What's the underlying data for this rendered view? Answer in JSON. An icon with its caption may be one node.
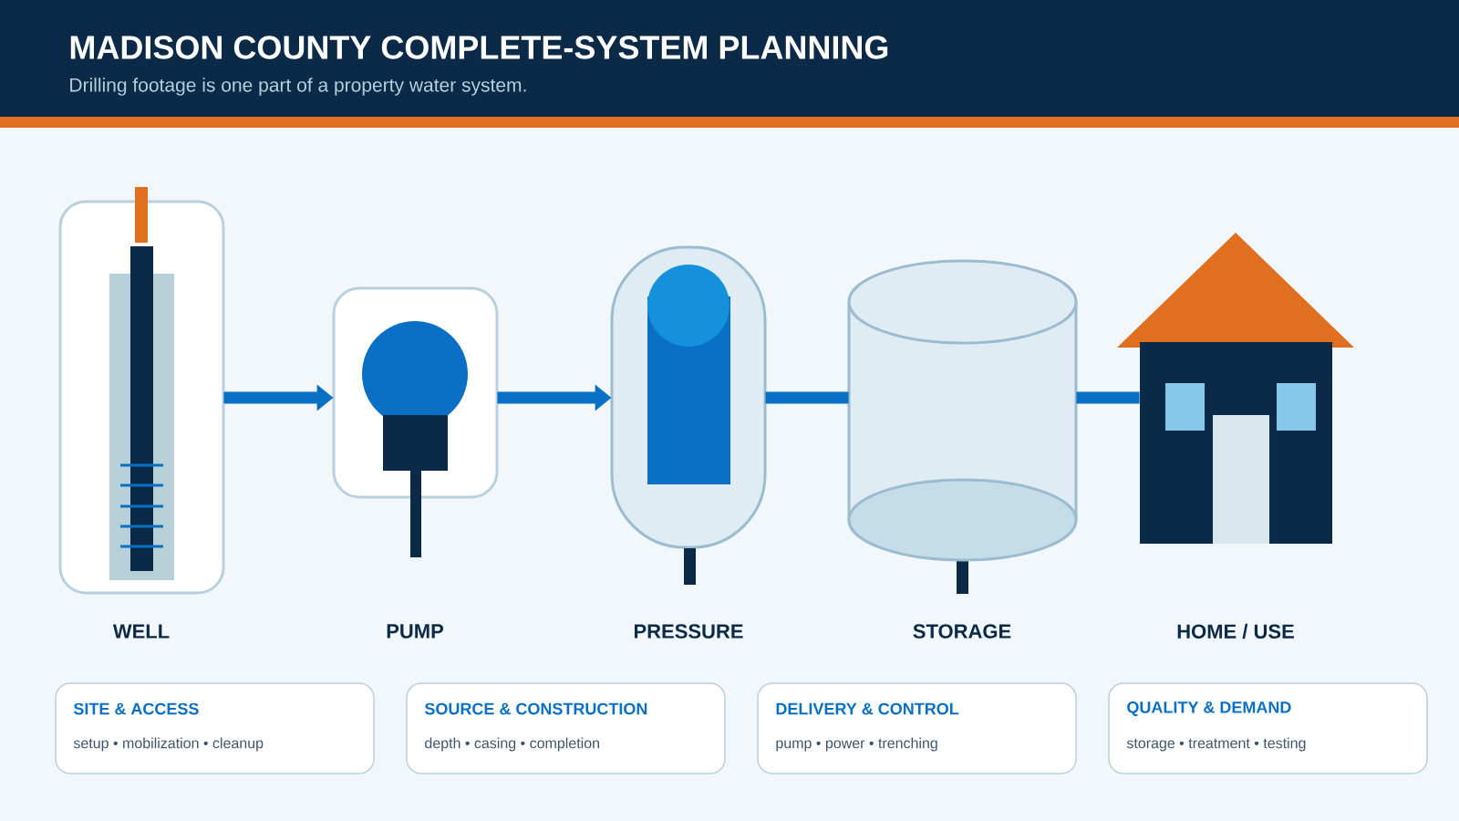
{
  "diagram": {
    "title": "MADISON COUNTY COMPLETE-SYSTEM PLANNING",
    "caption": "Drilling footage is one part of a property water system.",
    "nodes": [
      {
        "text": [],
        "shape": "picture",
        "beside": [
          "WELL"
        ]
      },
      {
        "text": [],
        "shape": "picture",
        "beside": [
          "PUMP"
        ]
      },
      {
        "text": [],
        "shape": "picture",
        "beside": [
          "PRESSURE"
        ]
      },
      {
        "text": [],
        "shape": "cylinder",
        "beside": [
          "STORAGE"
        ]
      },
      {
        "text": [],
        "shape": "picture"
      },
      {
        "text": [
          "SITE & ACCESS",
          "setup • mobilization • cleanup"
        ]
      },
      {
        "text": [
          "SOURCE & CONSTRUCTION",
          "depth • casing • completion"
        ]
      },
      {
        "text": [
          "DELIVERY & CONTROL",
          "pump • power • trenching"
        ]
      },
      {
        "text": [
          "QUALITY & DEMAND",
          "storage • treatment • testing"
        ]
      }
    ],
    "edges": [
      {
        "from": 0,
        "to": 1,
        "arrow": "to"
      },
      {
        "from": 1,
        "to": 2,
        "arrow": "to"
      },
      {
        "from": 2,
        "to": 3,
        "arrow": "none"
      },
      {
        "from": 3,
        "to": 4,
        "arrow": "none"
      }
    ],
    "labels": [
      "HOME / USE"
    ]
  }
}
